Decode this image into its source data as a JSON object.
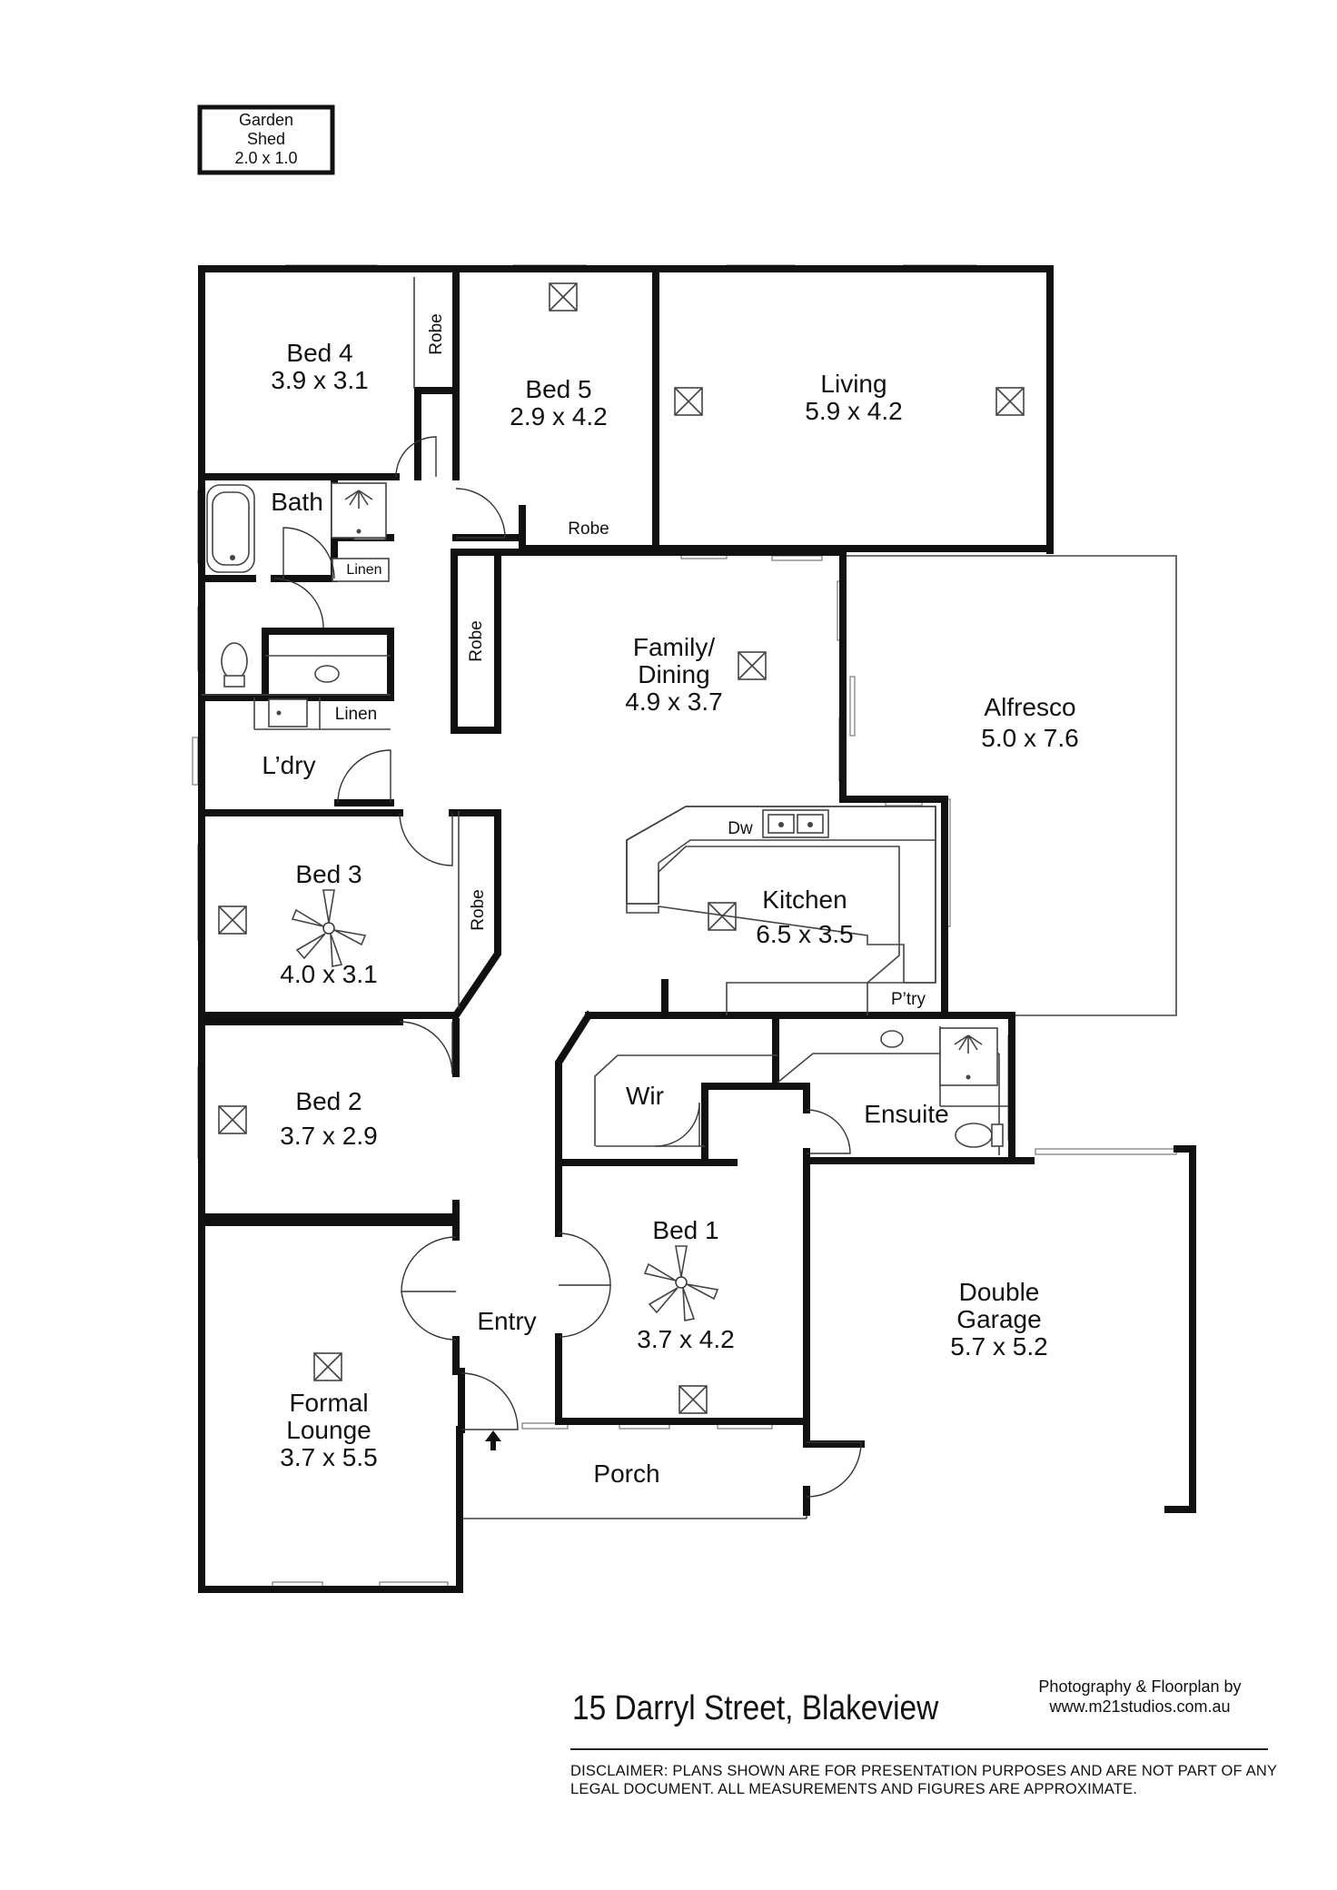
{
  "garden_shed": {
    "line1": "Garden",
    "line2": "Shed",
    "line3": "2.0 x 1.0"
  },
  "rooms": {
    "bed4": {
      "name": "Bed 4",
      "dims": "3.9 x 3.1"
    },
    "bed5": {
      "name": "Bed 5",
      "dims": "2.9 x 4.2"
    },
    "living": {
      "name": "Living",
      "dims": "5.9 x 4.2"
    },
    "bath": {
      "name": "Bath"
    },
    "family_dining": {
      "name_line1": "Family/",
      "name_line2": "Dining",
      "dims": "4.9 x 3.7"
    },
    "alfresco": {
      "name": "Alfresco",
      "dims": "5.0 x 7.6"
    },
    "laundry": {
      "name": "L’dry"
    },
    "bed3": {
      "name": "Bed 3",
      "dims": "4.0 x 3.1"
    },
    "kitchen": {
      "name": "Kitchen",
      "dims": "6.5 x 3.5"
    },
    "bed2": {
      "name": "Bed 2",
      "dims": "3.7 x 2.9"
    },
    "wir": {
      "name": "Wir"
    },
    "ensuite": {
      "name": "Ensuite"
    },
    "bed1": {
      "name": "Bed 1",
      "dims": "3.7 x 4.2"
    },
    "entry": {
      "name": "Entry"
    },
    "double_garage": {
      "name_line1": "Double",
      "name_line2": "Garage",
      "dims": "5.7 x 5.2"
    },
    "formal_lounge": {
      "name_line1": "Formal",
      "name_line2": "Lounge",
      "dims": "3.7 x 5.5"
    },
    "porch": {
      "name": "Porch"
    }
  },
  "fixtures": {
    "robe": "Robe",
    "linen": "Linen",
    "dw": "Dw",
    "pantry": "P’try"
  },
  "footer": {
    "address": "15 Darryl Street, Blakeview",
    "credit_line1": "Photography & Floorplan by",
    "credit_line2": "www.m21studios.com.au",
    "disclaimer": "DISCLAIMER:  PLANS SHOWN ARE FOR PRESENTATION PURPOSES AND ARE NOT PART OF ANY LEGAL DOCUMENT. ALL MEASUREMENTS AND FIGURES ARE APPROXIMATE."
  }
}
